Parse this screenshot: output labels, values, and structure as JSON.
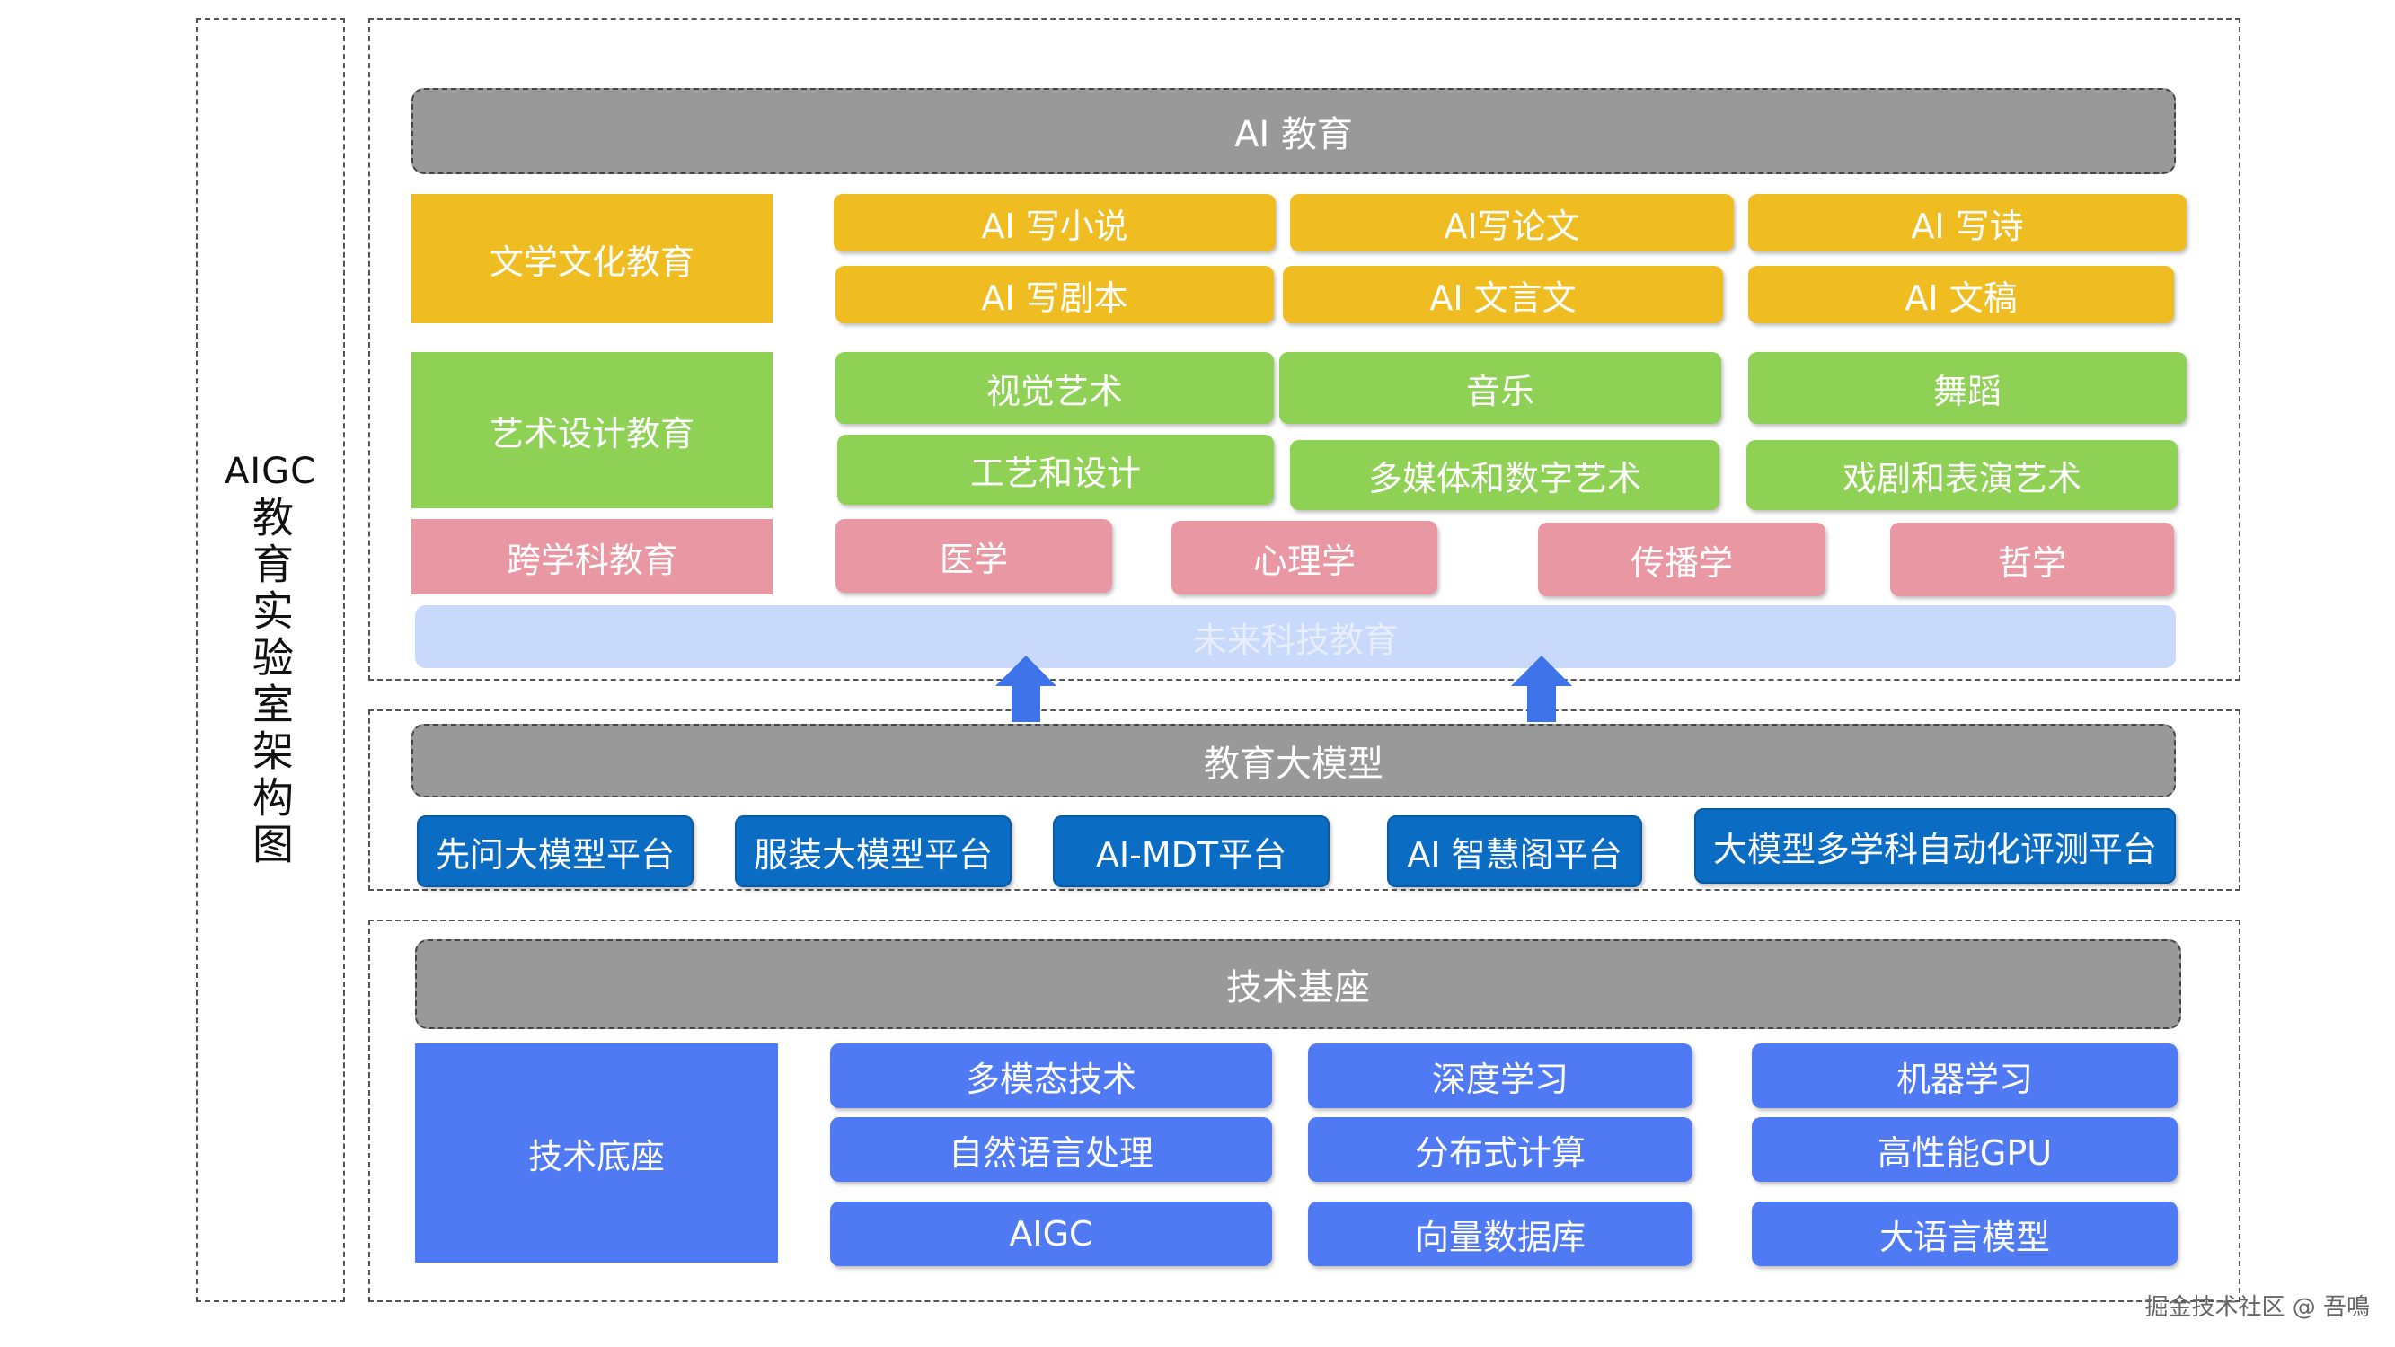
{
  "side_title": {
    "latin": "AIGC",
    "cjk": "教育实验室架构图"
  },
  "section_education": {
    "header": "AI 教育",
    "rows": [
      {
        "label": "文学文化教育",
        "items": [
          "AI 写小说",
          "AI写论文",
          "AI 写诗",
          "AI 写剧本",
          "AI 文言文",
          "AI 文稿"
        ]
      },
      {
        "label": "艺术设计教育",
        "items": [
          "视觉艺术",
          "音乐",
          "舞蹈",
          "工艺和设计",
          "多媒体和数字艺术",
          "戏剧和表演艺术"
        ]
      },
      {
        "label": "跨学科教育",
        "items": [
          "医学",
          "心理学",
          "传播学",
          "哲学"
        ]
      }
    ],
    "footer_bar": "未来科技教育"
  },
  "section_model": {
    "header": "教育大模型",
    "platforms": [
      "先问大模型平台",
      "服装大模型平台",
      "AI-MDT平台",
      "AI 智慧阁平台",
      "大模型多学科自动化评测平台"
    ]
  },
  "section_tech": {
    "header": "技术基座",
    "label": "技术底座",
    "items": [
      "多模态技术",
      "深度学习",
      "机器学习",
      "自然语言处理",
      "分布式计算",
      "高性能GPU",
      "AIGC",
      "向量数据库",
      "大语言模型"
    ]
  },
  "watermark": "掘金技术社区 @ 吾鳴",
  "colors": {
    "header_gray": "#999999",
    "literature_yellow": "#EFBD22",
    "art_green": "#8ED154",
    "interdisciplinary_pink": "#E897A3",
    "future_tech_lightblue": "#C8D9FB",
    "platform_blue": "#0B6CC4",
    "tech_blue": "#5079F4",
    "arrow_blue": "#3F73EA"
  }
}
